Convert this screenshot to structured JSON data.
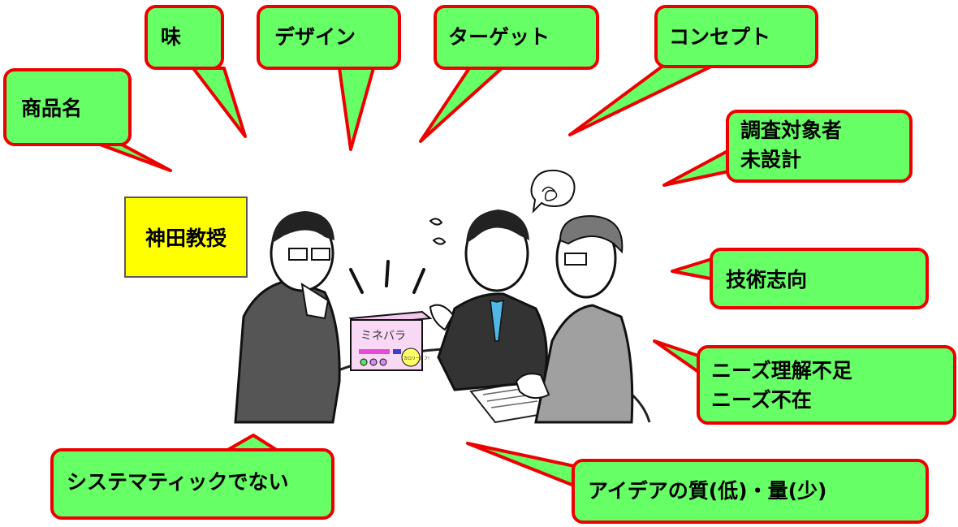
{
  "colors": {
    "bubble_fill": "#66ff66",
    "bubble_border": "#ee0000",
    "name_tag": "#ffff00"
  },
  "name_tag": "神田教授",
  "product_box": {
    "name": "ミネバラ",
    "badge": "カロリーオフ!"
  },
  "bubbles": {
    "product_name": "商品名",
    "taste": "味",
    "design": "デザイン",
    "target": "ターゲット",
    "concept": "コンセプト",
    "survey_line1": "調査対象者",
    "survey_line2": "未設計",
    "tech": "技術志向",
    "needs_line1": "ニーズ理解不足",
    "needs_line2": "ニーズ不在",
    "systematic": "システマティックでない",
    "idea": "アイデアの質(低)・量(少)"
  }
}
